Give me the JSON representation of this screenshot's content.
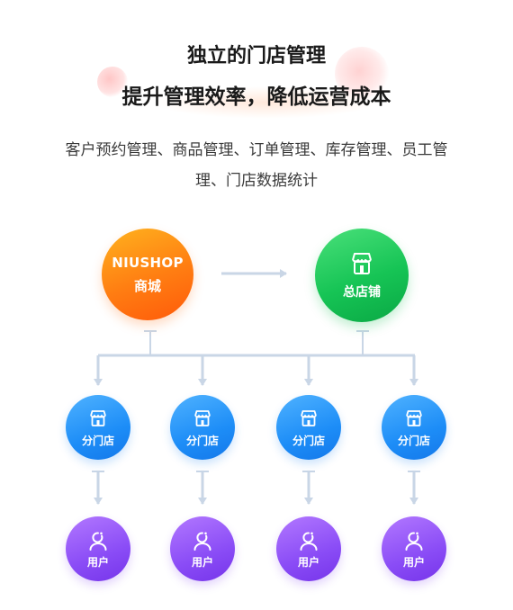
{
  "header": {
    "title_line1": "独立的门店管理",
    "title_line2": "提升管理效率，降低运营成本",
    "description_line1": "客户预约管理、商品管理、订单管理、库存管理、员工管",
    "description_line2": "理、门店数据统计"
  },
  "diagram": {
    "source_node": {
      "label_line1": "NIUSHOP",
      "label_line2": "商城"
    },
    "hq_node": {
      "label": "总店铺",
      "icon": "storefront-icon"
    },
    "branches": [
      {
        "label": "分门店",
        "icon": "shop-icon"
      },
      {
        "label": "分门店",
        "icon": "shop-icon"
      },
      {
        "label": "分门店",
        "icon": "shop-icon"
      },
      {
        "label": "分门店",
        "icon": "shop-icon"
      }
    ],
    "users": [
      {
        "label": "用户",
        "icon": "user-icon"
      },
      {
        "label": "用户",
        "icon": "user-icon"
      },
      {
        "label": "用户",
        "icon": "user-icon"
      },
      {
        "label": "用户",
        "icon": "user-icon"
      }
    ],
    "colors": {
      "source": "#ff7d12",
      "hq": "#16c455",
      "branch": "#1d8df7",
      "user": "#8a4cf6",
      "connector": "#c9d6e6"
    }
  }
}
